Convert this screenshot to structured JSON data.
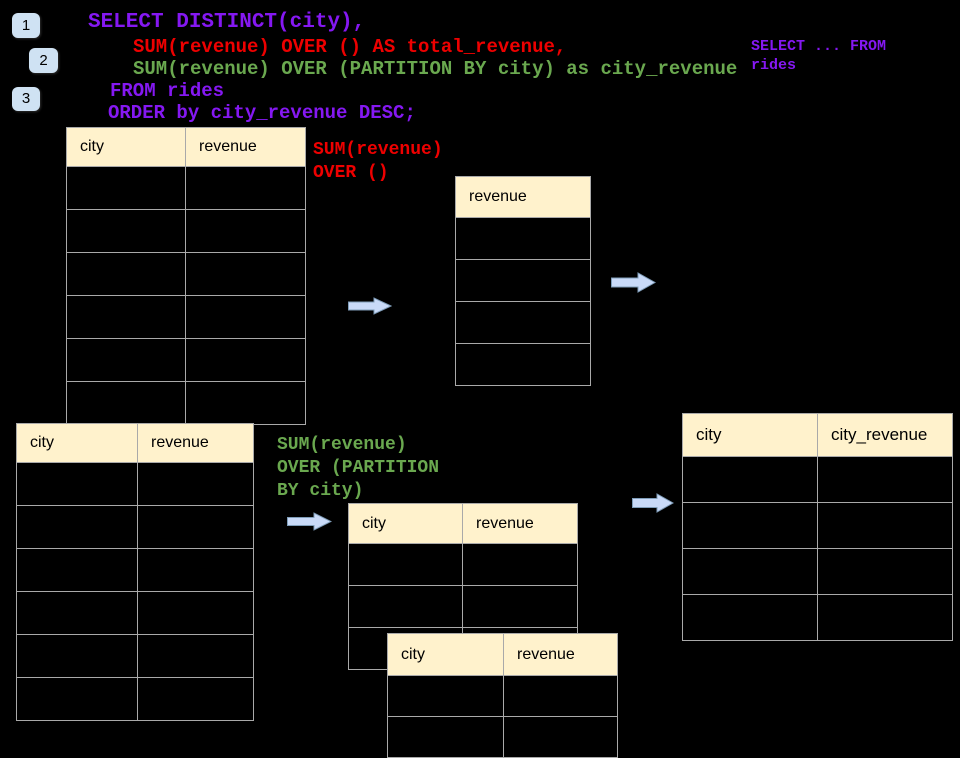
{
  "slide": {
    "badges": [
      {
        "label": "1"
      },
      {
        "label": "2"
      },
      {
        "label": "3"
      }
    ],
    "sql": {
      "line1": "SELECT DISTINCT(city),",
      "line2": "SUM(revenue) OVER () AS total_revenue,",
      "line3": "SUM(revenue) OVER (PARTITION BY city) as city_revenue",
      "line4": "FROM rides",
      "line5": "ORDER by city_revenue DESC;"
    },
    "side_note": "SELECT ... FROM\nrides",
    "labels": {
      "total": "SUM(revenue)\nOVER ()",
      "partition": "SUM(revenue)\nOVER (PARTITION\nBY city)"
    }
  },
  "tables": {
    "source_top": {
      "headers": [
        "city",
        "revenue"
      ],
      "rows": [
        [
          "",
          ""
        ],
        [
          "",
          ""
        ],
        [
          "",
          ""
        ],
        [
          "",
          ""
        ],
        [
          "",
          ""
        ],
        [
          "",
          ""
        ]
      ]
    },
    "total_result": {
      "headers": [
        "revenue"
      ],
      "rows": [
        [
          ""
        ],
        [
          ""
        ],
        [
          ""
        ],
        [
          ""
        ]
      ]
    },
    "source_bottom": {
      "headers": [
        "city",
        "revenue"
      ],
      "rows": [
        [
          "",
          ""
        ],
        [
          "",
          ""
        ],
        [
          "",
          ""
        ],
        [
          "",
          ""
        ],
        [
          "",
          ""
        ],
        [
          "",
          ""
        ]
      ]
    },
    "partition_mid": {
      "headers": [
        "city",
        "revenue"
      ],
      "rows": [
        [
          "",
          ""
        ],
        [
          "",
          ""
        ],
        [
          "",
          ""
        ]
      ]
    },
    "partition_overlay": {
      "headers": [
        "city",
        "revenue"
      ],
      "rows": [
        [
          "",
          ""
        ],
        [
          "",
          ""
        ]
      ]
    },
    "city_revenue_result": {
      "headers": [
        "city",
        "city_revenue"
      ],
      "rows": [
        [
          "",
          ""
        ],
        [
          "",
          ""
        ],
        [
          "",
          ""
        ],
        [
          "",
          ""
        ]
      ]
    }
  },
  "colors": {
    "background": "#000000",
    "purple": "#8518F2",
    "red": "#EE0000",
    "green": "#6AA84F",
    "table_header_bg": "#FFF2CC",
    "table_border": "#A9A9A9",
    "arrow_fill": "#C9DAF8",
    "arrow_outline": "#7F9DB9",
    "badge_bg": "#CFE2F3"
  }
}
